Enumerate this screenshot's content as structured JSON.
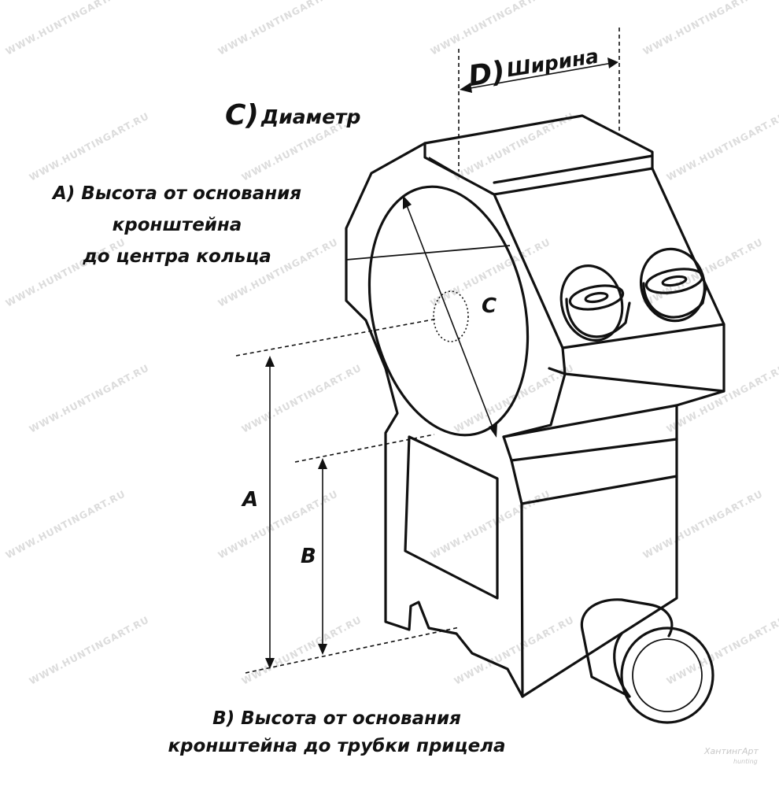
{
  "watermark": "WWW.HUNTINGART.RU",
  "labels": {
    "width_letter": "D)",
    "width_word": "Ширина",
    "diameter_letter": "C)",
    "diameter_word": "Диаметр",
    "height_a_line1": "A) Высота от основания",
    "height_a_line2": "кронштейна",
    "height_a_line3": "до центра кольца",
    "dim_c": "C",
    "dim_a": "A",
    "dim_b": "B",
    "height_b_line1": "B) Высота от основания",
    "height_b_line2": "кронштейна до трубки прицела"
  },
  "logo": {
    "name": "ХантингАрт",
    "sub": "hunting"
  },
  "colors": {
    "ink": "#111111",
    "watermark": "#dcdcdc",
    "background": "#ffffff"
  }
}
